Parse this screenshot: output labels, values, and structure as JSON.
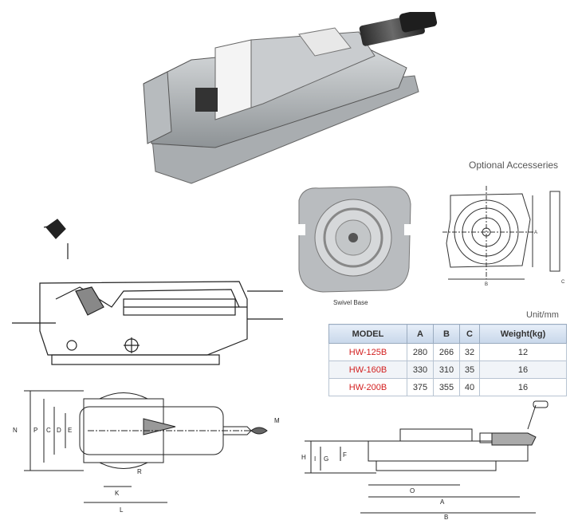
{
  "accessories_heading": "Optional Accesseries",
  "swivel_base_label": "Swivel  Base",
  "unit": "Unit/mm",
  "spec_table": {
    "headers": [
      "MODEL",
      "A",
      "B",
      "C",
      "Weight(kg)"
    ],
    "rows": [
      [
        "HW-125B",
        "280",
        "266",
        "32",
        "12"
      ],
      [
        "HW-160B",
        "330",
        "310",
        "35",
        "16"
      ],
      [
        "HW-200B",
        "375",
        "355",
        "40",
        "16"
      ]
    ],
    "model_color": "#d32020"
  },
  "drawing_labels": {
    "top_view": [
      "N",
      "P",
      "C",
      "D",
      "E",
      "K",
      "L",
      "R",
      "M"
    ],
    "side_view": [
      "H",
      "I",
      "G",
      "F",
      "O",
      "A",
      "B"
    ],
    "swivel_dims": [
      "A",
      "B",
      "C"
    ]
  }
}
